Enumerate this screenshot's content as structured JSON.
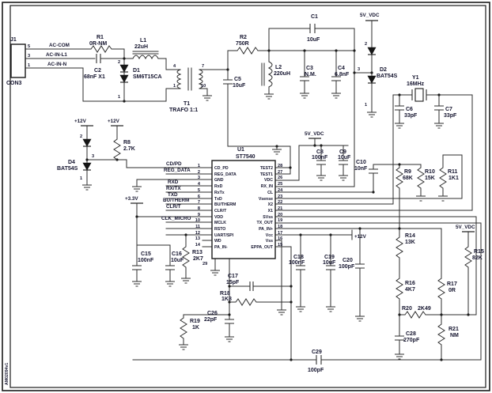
{
  "sheet": {
    "code": "AM02094v1"
  },
  "power": {
    "p12v": "+12V",
    "p3v3": "+3.3V",
    "p5v": "5V_VDC"
  },
  "nets": {
    "ac_com": "AC-COM",
    "ac_in_l1": "AC-IN-L1",
    "ac_in_n": "AC-IN-N",
    "cd_pd": "CD/PD",
    "reg_data": "REG_DATA",
    "rxd": "RXD",
    "rx_tx": "RX/TX",
    "txd": "TXD",
    "bu_therm": "BU/THERM",
    "clr_t": "CLR/T",
    "clk_micro": "CLK_MICRO"
  },
  "connector": {
    "ref": "J1",
    "type": "CON3",
    "pins": [
      "5",
      "3",
      "1"
    ]
  },
  "ic": {
    "ref": "U1",
    "part": "ST7540",
    "pad_pin": "29",
    "left_pins": [
      {
        "num": "1",
        "name": "CD_PD"
      },
      {
        "num": "2",
        "name": "REG_DATA"
      },
      {
        "num": "3",
        "name": "GND"
      },
      {
        "num": "4",
        "name": "RxD"
      },
      {
        "num": "5",
        "name": "RxTx"
      },
      {
        "num": "6",
        "name": "TxD"
      },
      {
        "num": "7",
        "name": "BU/THERM"
      },
      {
        "num": "8",
        "name": "CLR/T"
      },
      {
        "num": "9",
        "name": "VDD"
      },
      {
        "num": "10",
        "name": "MCLK"
      },
      {
        "num": "11",
        "name": "RSTO"
      },
      {
        "num": "12",
        "name": "UART/SPI"
      },
      {
        "num": "13",
        "name": "WD"
      },
      {
        "num": "14",
        "name": "PA_IN-"
      }
    ],
    "right_pins": [
      {
        "num": "28",
        "name": "TEST2"
      },
      {
        "num": "27",
        "name": "TEST1"
      },
      {
        "num": "26",
        "name": "VDC"
      },
      {
        "num": "25",
        "name": "RX_IN"
      },
      {
        "num": "24",
        "name": "CL"
      },
      {
        "num": "23",
        "name": "Vsense"
      },
      {
        "num": "22",
        "name": "X2"
      },
      {
        "num": "21",
        "name": "X1"
      },
      {
        "num": "20",
        "name": "SVss"
      },
      {
        "num": "19",
        "name": "TX_OUT"
      },
      {
        "num": "18",
        "name": "PA_IN+"
      },
      {
        "num": "17",
        "name": "Vcc"
      },
      {
        "num": "16",
        "name": "Vss"
      },
      {
        "num": "15",
        "name": "EPPA_OUT"
      }
    ]
  },
  "comp": {
    "r1": {
      "ref": "R1",
      "value": "0R-NM"
    },
    "c2": {
      "ref": "C2",
      "value": "68nF X1"
    },
    "l1": {
      "ref": "L1",
      "value": "22uH"
    },
    "d1": {
      "ref": "D1",
      "value": "SM6T15CA",
      "pin_top": "2",
      "pin_bot": "1"
    },
    "t1": {
      "ref": "T1",
      "value": "TRAFO 1:1",
      "pin_tl": "4",
      "pin_tr": "7",
      "pin_bl": "1",
      "pin_br": "10"
    },
    "r2": {
      "ref": "R2",
      "value": "750R"
    },
    "c5": {
      "ref": "C5",
      "value": "10uF"
    },
    "l2": {
      "ref": "L2",
      "value": "220uH"
    },
    "c3": {
      "ref": "C3",
      "value": "N.M."
    },
    "c1": {
      "ref": "C1",
      "value": "10uF"
    },
    "c4": {
      "ref": "C4",
      "value": "6.8nF"
    },
    "d2": {
      "ref": "D2",
      "value": "BAT54S",
      "pin_top": "2",
      "pin_mid": "3",
      "pin_bot": "1"
    },
    "y1": {
      "ref": "Y1",
      "value": "16MHz"
    },
    "c6": {
      "ref": "C6",
      "value": "33pF"
    },
    "c7": {
      "ref": "C7",
      "value": "33pF"
    },
    "d4": {
      "ref": "D4",
      "value": "BAT54S",
      "pin_top": "2",
      "pin_mid": "3",
      "pin_bot": "1"
    },
    "r8": {
      "ref": "R8",
      "value": "2.7K"
    },
    "c8": {
      "ref": "C8",
      "value": "100nF"
    },
    "c9": {
      "ref": "C9",
      "value": "10uF"
    },
    "c10": {
      "ref": "C10",
      "value": "10nF"
    },
    "r9": {
      "ref": "R9",
      "value": "68K"
    },
    "r10": {
      "ref": "R10",
      "value": "15K"
    },
    "r11": {
      "ref": "R11",
      "value": "1K1"
    },
    "c15": {
      "ref": "C15",
      "value": "100nF"
    },
    "c16": {
      "ref": "C16",
      "value": "10uF"
    },
    "r13": {
      "ref": "R13",
      "value": "2K7"
    },
    "c17": {
      "ref": "C17",
      "value": "15pF"
    },
    "r18": {
      "ref": "R18",
      "value": "1K8"
    },
    "r19": {
      "ref": "R19",
      "value": "1K"
    },
    "c26": {
      "ref": "C26",
      "value": "22pF"
    },
    "c18": {
      "ref": "C18",
      "value": "100nF"
    },
    "c19": {
      "ref": "C19",
      "value": "10uF"
    },
    "c20": {
      "ref": "C20",
      "value": "100pF"
    },
    "r14": {
      "ref": "R14",
      "value": "13K"
    },
    "r16": {
      "ref": "R16",
      "value": "4K7"
    },
    "r20": {
      "ref": "R20",
      "value": "2K49"
    },
    "c28": {
      "ref": "C28",
      "value": "270pF"
    },
    "r21": {
      "ref": "R21",
      "value": "NM"
    },
    "r17": {
      "ref": "R17",
      "value": "0R"
    },
    "r15": {
      "ref": "R15",
      "value": "82K"
    },
    "c29": {
      "ref": "C29",
      "value": "100pF"
    }
  }
}
